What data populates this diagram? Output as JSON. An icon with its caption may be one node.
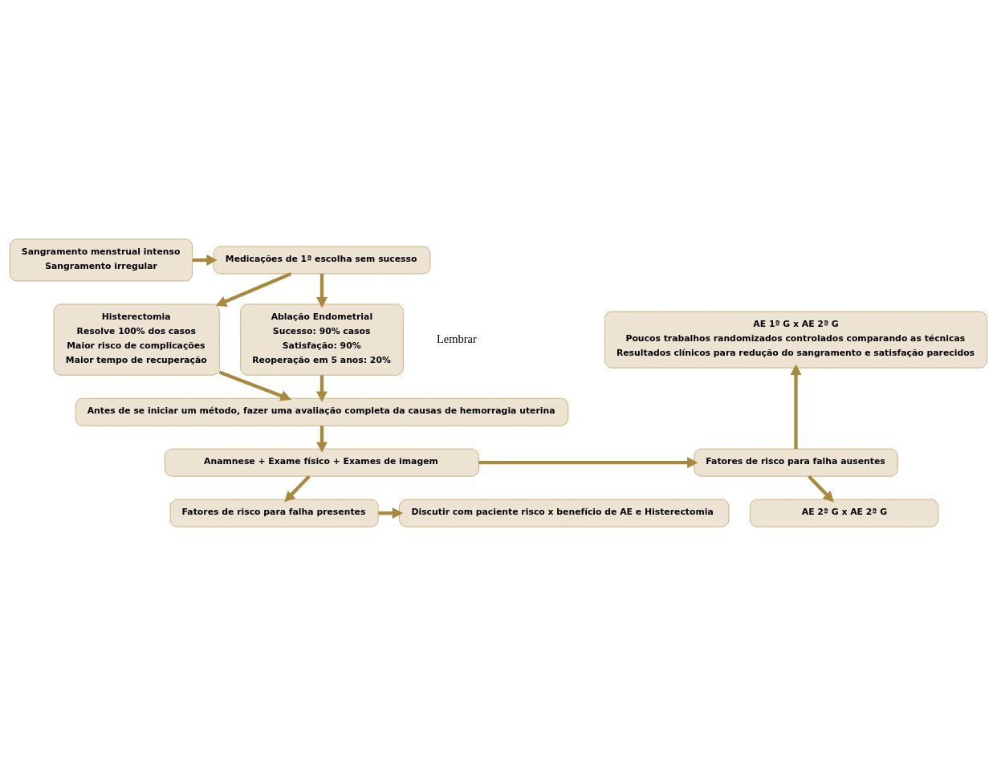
{
  "diagram": {
    "nodes": [
      {
        "text": [
          "Sangramento menstrual intenso",
          "Sangramento irregular"
        ]
      },
      {
        "text": [
          "Medicações de 1ª escolha sem sucesso"
        ]
      },
      {
        "text": [
          "Histerectomia",
          "Resolve 100% dos casos",
          "Maior risco de complicações",
          "Maior tempo de recuperação"
        ]
      },
      {
        "text": [
          "Ablação Endometrial",
          "Sucesso: 90% casos",
          "Satisfação: 90%",
          "Reoperação em 5 anos: 20%"
        ]
      },
      {
        "text": [
          "AE 1ª G x AE 2ª G",
          "Poucos trabalhos randomizados controlados comparando as técnicas",
          "Resultados clínicos para redução do sangramento e satisfação parecidos"
        ]
      },
      {
        "text": [
          "Antes de se iniciar um método, fazer uma avaliação completa da causas de hemorragia uterina"
        ]
      },
      {
        "text": [
          "Fatores de risco para falha ausentes"
        ]
      },
      {
        "text": [
          "Anamnese + Exame físico + Exames de imagem"
        ]
      },
      {
        "text": [
          "AE 2ª G x AE 2ª G"
        ]
      },
      {
        "text": [
          "Fatores de risco para falha presentes"
        ]
      },
      {
        "text": [
          "Discutir com paciente risco x benefício de AE e Histerectomia"
        ]
      }
    ],
    "edges": [
      {
        "from": 0,
        "to": 1,
        "arrow": "to"
      },
      {
        "from": 1,
        "to": 2,
        "arrow": "to"
      },
      {
        "from": 1,
        "to": 3,
        "arrow": "to"
      },
      {
        "from": 2,
        "to": 5,
        "arrow": "to"
      },
      {
        "from": 3,
        "to": 5,
        "arrow": "to"
      },
      {
        "from": 5,
        "to": 7,
        "arrow": "to"
      },
      {
        "from": 7,
        "to": 6,
        "arrow": "to"
      },
      {
        "from": 6,
        "to": 4,
        "arrow": "to"
      },
      {
        "from": 6,
        "to": 8,
        "arrow": "to"
      },
      {
        "from": 7,
        "to": 9,
        "arrow": "to"
      },
      {
        "from": 9,
        "to": 10,
        "arrow": "to"
      }
    ],
    "labels": [
      "Lembrar"
    ]
  }
}
